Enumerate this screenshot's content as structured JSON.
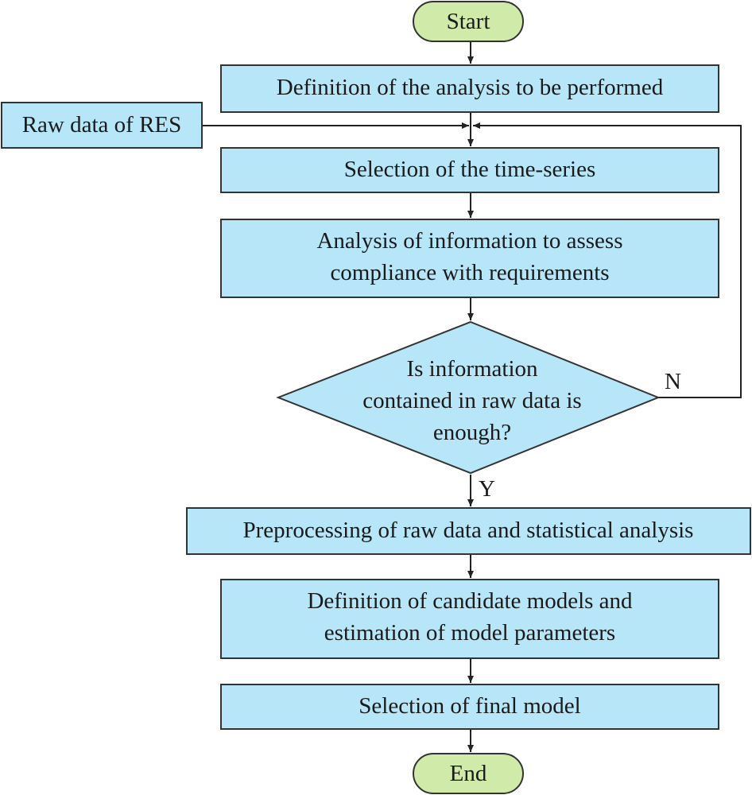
{
  "nodes": {
    "start": "Start",
    "definition": "Definition of the analysis to be performed",
    "raw_data": "Raw data of RES",
    "selection_series": "Selection of the time-series",
    "analysis_line1": "Analysis of information to assess",
    "analysis_line2": "compliance with requirements",
    "decision_line1": "Is information",
    "decision_line2": "contained in raw data is",
    "decision_line3": "enough?",
    "preprocessing": "Preprocessing of raw data and statistical analysis",
    "candidate_line1": "Definition of candidate models and",
    "candidate_line2": "estimation of model parameters",
    "final_model": "Selection of final model",
    "end": "End"
  },
  "branches": {
    "no": "N",
    "yes": "Y"
  },
  "colors": {
    "process_fill": "#b7e6f8",
    "terminal_fill": "#cfeaa9",
    "stroke": "#333333"
  }
}
